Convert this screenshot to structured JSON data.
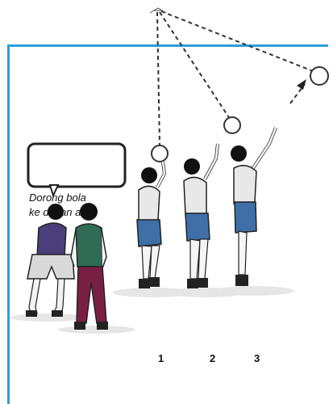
{
  "speech_bubble": {
    "line1": "Dorong bola",
    "line2": "ke depan atas"
  },
  "figure_numbers": [
    "1",
    "2",
    "3"
  ],
  "colors": {
    "frame": "#2b9fd9",
    "shirt_white": "#e8e8e8",
    "shorts_blue": "#3e6fa8",
    "shirt_purple": "#4a3f7a",
    "shirt_green": "#2f6b55",
    "pants_maroon": "#7a1f44"
  }
}
